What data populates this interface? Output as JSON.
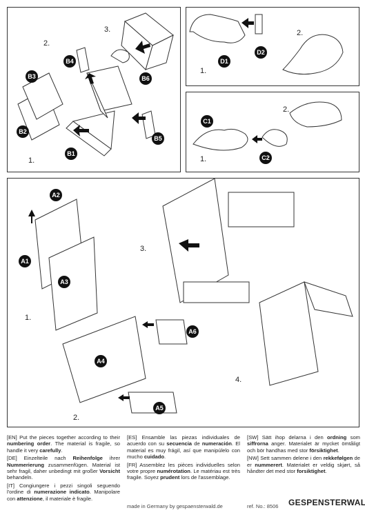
{
  "panels": {
    "top_left": {
      "steps": [
        "1.",
        "2.",
        "3."
      ],
      "labels": [
        "B1",
        "B2",
        "B3",
        "B4",
        "B5",
        "B6"
      ]
    },
    "top_right_1": {
      "steps": [
        "1.",
        "2."
      ],
      "labels": [
        "D1",
        "D2"
      ]
    },
    "top_right_2": {
      "steps": [
        "1.",
        "2."
      ],
      "labels": [
        "C1",
        "C2"
      ]
    },
    "bottom": {
      "steps": [
        "1.",
        "2.",
        "3.",
        "4."
      ],
      "labels": [
        "A1",
        "A2",
        "A3",
        "A4",
        "A5",
        "A6"
      ]
    }
  },
  "instructions": {
    "en": {
      "tag": "[EN]",
      "t1": " Put the pieces together according to their ",
      "b1": "numbering order",
      "t2": ". The material is fragile, so handle it very ",
      "b2": "carefully",
      "t3": "."
    },
    "de": {
      "tag": "[DE]",
      "t1": " Einzelteile nach ",
      "b1": "Reihenfolge",
      "t2": " ihrer ",
      "b2": "Nummerierung",
      "t3": " zusammenfügen. Material ist sehr fragil, daher unbedingt mit großer ",
      "b3": "Vorsicht",
      "t4": " behandeln."
    },
    "it": {
      "tag": "[IT]",
      "t1": " Congiungere i pezzi singoli seguendo l'ordine di ",
      "b1": "numerazione indicato",
      "t2": ". Manipolare con ",
      "b2": "attenzione",
      "t3": ", il materiale è fragile."
    },
    "es": {
      "tag": "[ES]",
      "t1": " Ensamble las piezas individuales de acuerdo con su ",
      "b1": "secuencia",
      "t2": " de ",
      "b2": "numeración",
      "t3": ". El material es muy frágil, así que manipúlelo con mucho ",
      "b3": "cuidado",
      "t4": "."
    },
    "fr": {
      "tag": "[FR]",
      "t1": " Assemblez les pièces individuelles selon votre propre ",
      "b1": "numérotation",
      "t2": ". Le matériau est très fragile. Soyez ",
      "b2": "prudent",
      "t3": " lors de l'assemblage."
    },
    "sw": {
      "tag": "[SW]",
      "t1": " Sätt ihop delarna i den ",
      "b1": "ordning",
      "t2": " som ",
      "b2": "siffrorna",
      "t3": " anger. Materialet är mycket ömtåligt och bör handhas med stor ",
      "b3": "försiktighet",
      "t4": "."
    },
    "nw": {
      "tag": "[NW]",
      "t1": " Sett sammen delene i den ",
      "b1": "rekkefølgen",
      "t2": " de er ",
      "b2": "nummerert",
      "t3": ". Materialet er veldig skjørt, så håndter det med stor ",
      "b3": "forsiktighet",
      "t4": "."
    }
  },
  "footer": {
    "made_in": "made in Germany by gespaensterwald.de",
    "ref": "ref. No.: 8506",
    "logo": "GESPENSTERWALD",
    "reg": "®"
  }
}
